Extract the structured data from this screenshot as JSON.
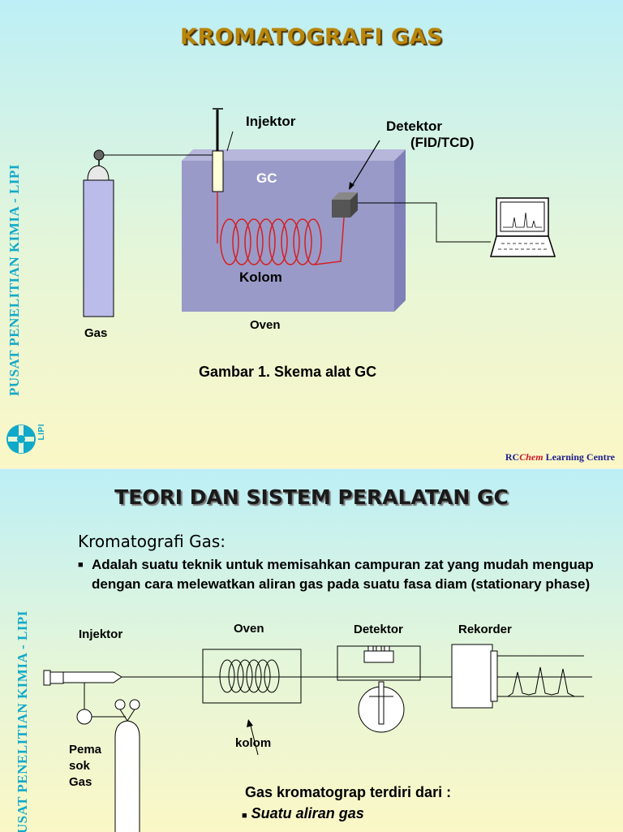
{
  "slide1": {
    "title": "KROMATOGRAFI GAS",
    "side_text": "PUSAT PENELITIAN KIMIA - LIPI",
    "logo_text": "LIPI",
    "labels": {
      "injektor": "Injektor",
      "detektor": "Detektor",
      "detektor_type": "(FID/TCD)",
      "gc": "GC",
      "kolom": "Kolom",
      "gas": "Gas",
      "oven": "Oven"
    },
    "caption": "Gambar 1. Skema alat GC",
    "footer": {
      "rc": "RC",
      "chem": "Chem",
      "rest": "Learning Centre"
    }
  },
  "slide2": {
    "title": "TEORI DAN SISTEM PERALATAN GC",
    "side_text": "PUSAT PENELITIAN KIMIA - LIPI",
    "heading": "Kromatografi Gas:",
    "bullet": "Adalah suatu teknik untuk memisahkan campuran zat yang mudah menguap dengan cara melewatkan aliran gas pada suatu fasa diam (stationary phase)",
    "labels": {
      "injektor": "Injektor",
      "oven": "Oven",
      "detektor": "Detektor",
      "rekorder": "Rekorder",
      "kolom": "kolom",
      "pemasok_1": "Pema",
      "pemasok_2": "sok",
      "pemasok_3": "Gas"
    },
    "sub_heading": "Gas kromatograp terdiri dari :",
    "sub_item": "Suatu aliran gas"
  },
  "colors": {
    "title_gold": "#b8860b",
    "side_blue": "#11a9c9",
    "oven_purple": "#9a9ac8",
    "column_red": "#d42020"
  }
}
